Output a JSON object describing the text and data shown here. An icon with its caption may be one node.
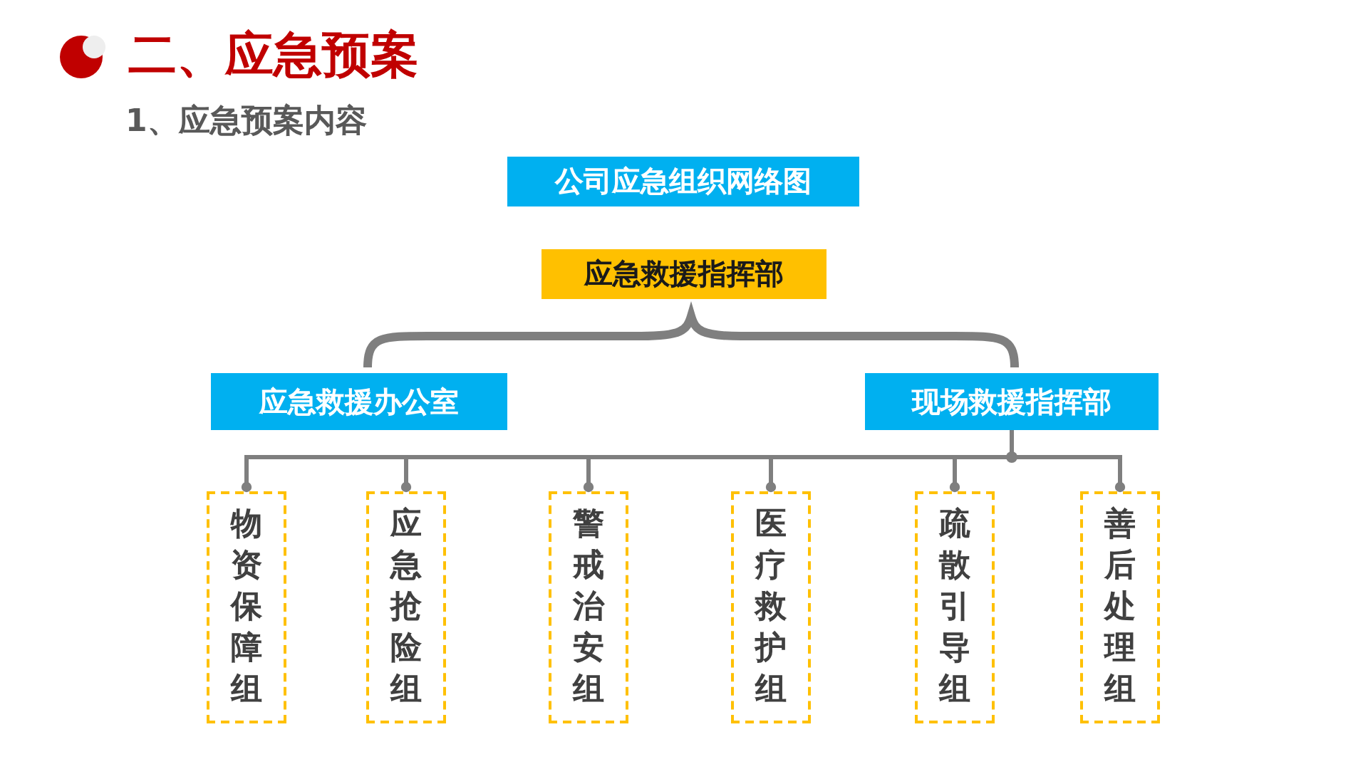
{
  "diagram": {
    "title": "二、应急预案",
    "labels": [
      "1、应急预案内容"
    ],
    "nodes": [
      {
        "text": [
          "公司应急组织网络图"
        ]
      },
      {
        "text": [
          "应急救援指挥部"
        ]
      },
      {
        "text": [
          "应急救援办公室"
        ]
      },
      {
        "text": [
          "现场救援指挥部"
        ]
      },
      {
        "text": [
          "物资保障组"
        ]
      },
      {
        "text": [
          "应急抢险组"
        ]
      },
      {
        "text": [
          "警戒治安组"
        ]
      },
      {
        "text": [
          "医疗救护组"
        ]
      },
      {
        "text": [
          "疏散引导组"
        ]
      },
      {
        "text": [
          "善后处理组"
        ]
      }
    ],
    "edges": [
      {
        "from": 3,
        "to": 4,
        "arrow": "other"
      },
      {
        "from": 3,
        "to": 5,
        "arrow": "other"
      },
      {
        "from": 3,
        "to": 6,
        "arrow": "other"
      },
      {
        "from": 3,
        "to": 7,
        "arrow": "other"
      },
      {
        "from": 3,
        "to": 8,
        "arrow": "other"
      },
      {
        "from": 3,
        "to": 9,
        "arrow": "other"
      }
    ]
  }
}
